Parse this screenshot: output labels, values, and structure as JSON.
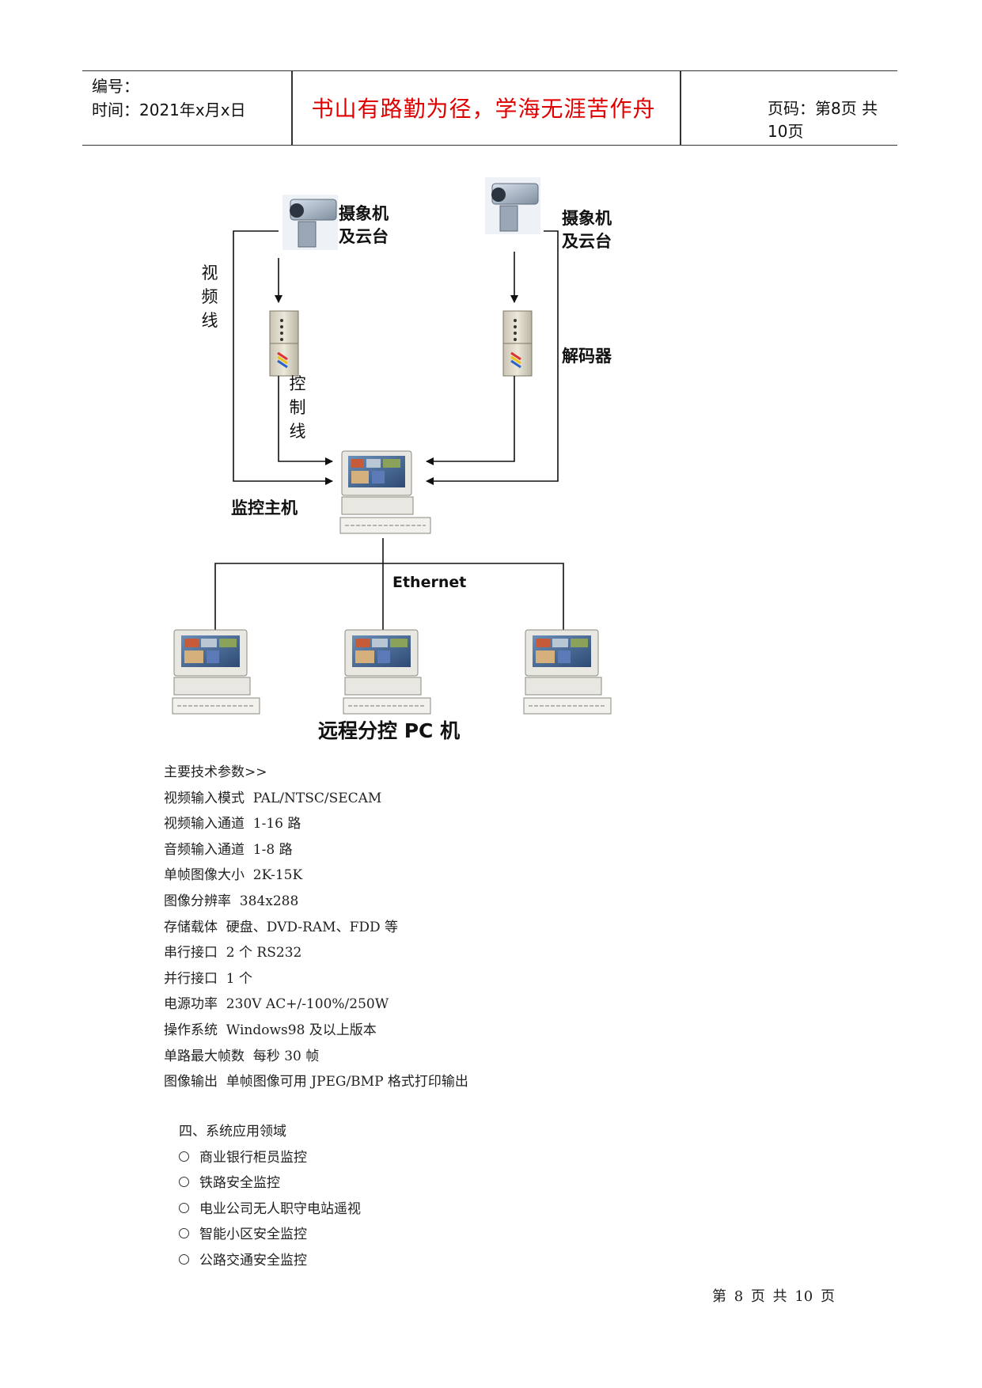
{
  "header": {
    "number_label": "编号：",
    "time_label": "时间：2021年x月x日",
    "motto": "书山有路勤为径，学海无涯苦作舟",
    "page_info": "页码：第8页  共10页"
  },
  "diagram": {
    "camera_label_left": [
      "摄象机",
      "及云台"
    ],
    "camera_label_right": [
      "摄象机",
      "及云台"
    ],
    "video_line_label": [
      "视",
      "频",
      "线"
    ],
    "control_line_label": [
      "控",
      "制",
      "线"
    ],
    "decoder_label": "解码器",
    "host_label": "监控主机",
    "ethernet_label": "Ethernet",
    "remote_label": "远程分控 PC 机"
  },
  "specs": {
    "heading": "主要技术参数>>",
    "items": [
      "视频输入模式  PAL/NTSC/SECAM",
      "视频输入通道  1-16 路",
      "音频输入通道  1-8 路",
      "单帧图像大小  2K-15K",
      "图像分辨率  384x288",
      "存储载体  硬盘、DVD-RAM、FDD 等",
      "串行接口  2 个 RS232",
      "并行接口  1 个",
      "电源功率  230V AC+/-100%/250W",
      "操作系统  Windows98 及以上版本",
      "单路最大帧数  每秒 30 帧",
      "图像输出  单帧图像可用 JPEG/BMP 格式打印输出"
    ]
  },
  "applications": {
    "heading": "四、系统应用领域",
    "items": [
      "商业银行柜员监控",
      "铁路安全监控",
      "电业公司无人职守电站遥视",
      "智能小区安全监控",
      "公路交通安全监控"
    ]
  },
  "footer": {
    "page_text": "第 8 页 共 10 页"
  }
}
